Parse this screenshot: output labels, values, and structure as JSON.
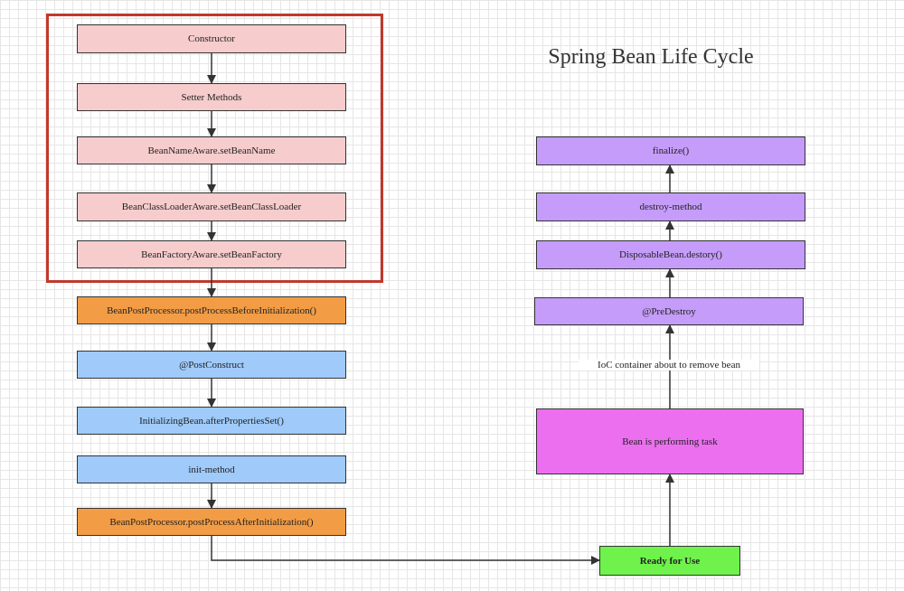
{
  "title": "Spring Bean Life Cycle",
  "init_steps": {
    "constructor": "Constructor",
    "setter_methods": "Setter Methods",
    "set_bean_name": "BeanNameAware.setBeanName",
    "set_bean_class_loader": "BeanClassLoaderAware.setBeanClassLoader",
    "set_bean_factory": "BeanFactoryAware.setBeanFactory",
    "post_process_before": "BeanPostProcessor.postProcessBeforeInitialization()",
    "post_construct": "@PostConstruct",
    "after_properties_set": "InitializingBean.afterPropertiesSet()",
    "init_method": "init-method",
    "post_process_after": "BeanPostProcessor.postProcessAfterInitialization()"
  },
  "runtime_steps": {
    "ready_for_use": "Ready for Use",
    "performing_task": "Bean is performing task",
    "remove_bean_label": "IoC container about to remove bean"
  },
  "destroy_steps": {
    "pre_destroy": "@PreDestroy",
    "disposable_destroy": "DisposableBean.destory()",
    "destroy_method": "destroy-method",
    "finalize": "finalize()"
  },
  "colors": {
    "aware_steps": "#f6cccc",
    "post_processor": "#f29c45",
    "init_callbacks": "#9fcafa",
    "destroy_callbacks": "#c59cf9",
    "performing_task": "#ec6ff0",
    "ready": "#6ff24b",
    "highlight_frame": "#c0392b"
  }
}
